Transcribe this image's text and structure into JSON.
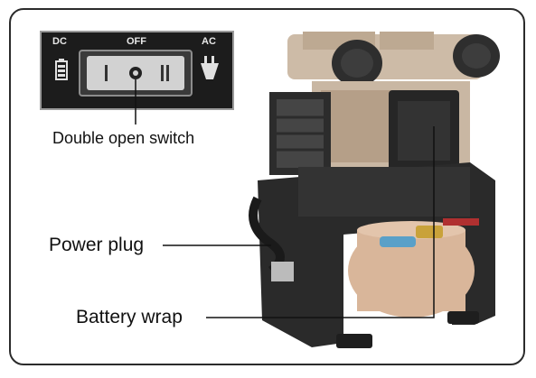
{
  "panel": {
    "left_label": "DC",
    "center_label": "OFF",
    "right_label": "AC",
    "pos1": "I",
    "pos2": "II"
  },
  "callouts": {
    "switch": "Double open switch",
    "power_plug": "Power plug",
    "battery_wrap": "Battery wrap"
  },
  "colors": {
    "frame": "#2b2b2b",
    "panel": "#1c1c1c",
    "tank": "#d9b69a",
    "body": "#2a2a2a"
  }
}
